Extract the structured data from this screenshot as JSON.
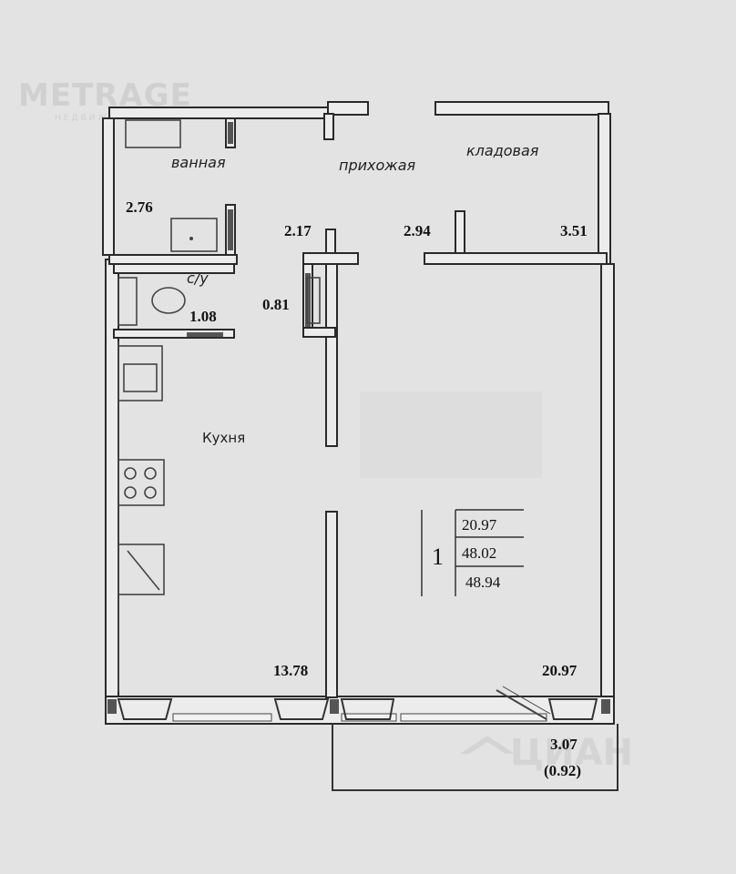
{
  "watermarks": {
    "logo": "METRAGE",
    "logo_sub": "НЕДВИЖИМОСТЬ",
    "cian": "ЦИАН"
  },
  "rooms": {
    "bathroom": {
      "name": "ванная",
      "area": "2.76"
    },
    "hallway": {
      "name": "прихожая",
      "area": "2.17"
    },
    "storage": {
      "name": "кладовая",
      "area": "2.94"
    },
    "closet_right": {
      "area": "3.51"
    },
    "wc": {
      "name": "с/у",
      "area": "1.08"
    },
    "niche": {
      "area": "0.81"
    },
    "kitchen": {
      "name": "Кухня",
      "area": "13.78"
    },
    "living": {
      "area": "20.97"
    },
    "balcony": {
      "area": "3.07",
      "area_reduced": "(0.92)"
    }
  },
  "legend": {
    "rooms_count": "1",
    "living_area": "20.97",
    "total_area": "48.02",
    "total_with_balcony": "48.94"
  }
}
